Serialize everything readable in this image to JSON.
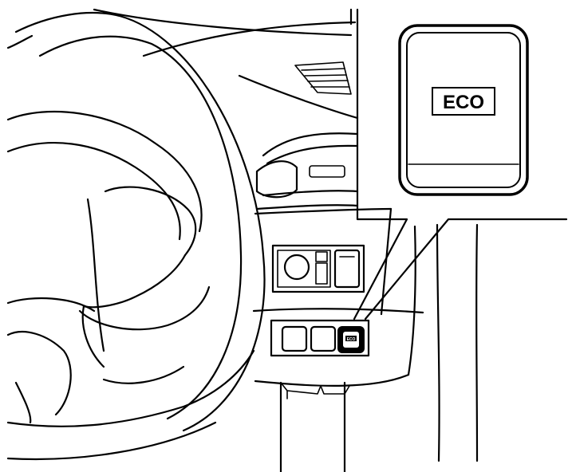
{
  "illustration": {
    "subject": "steering-wheel-and-lower-dashboard",
    "callout_button_label": "ECO",
    "small_button_label": "ECO",
    "line_color": "#000000",
    "background_color": "#ffffff"
  }
}
